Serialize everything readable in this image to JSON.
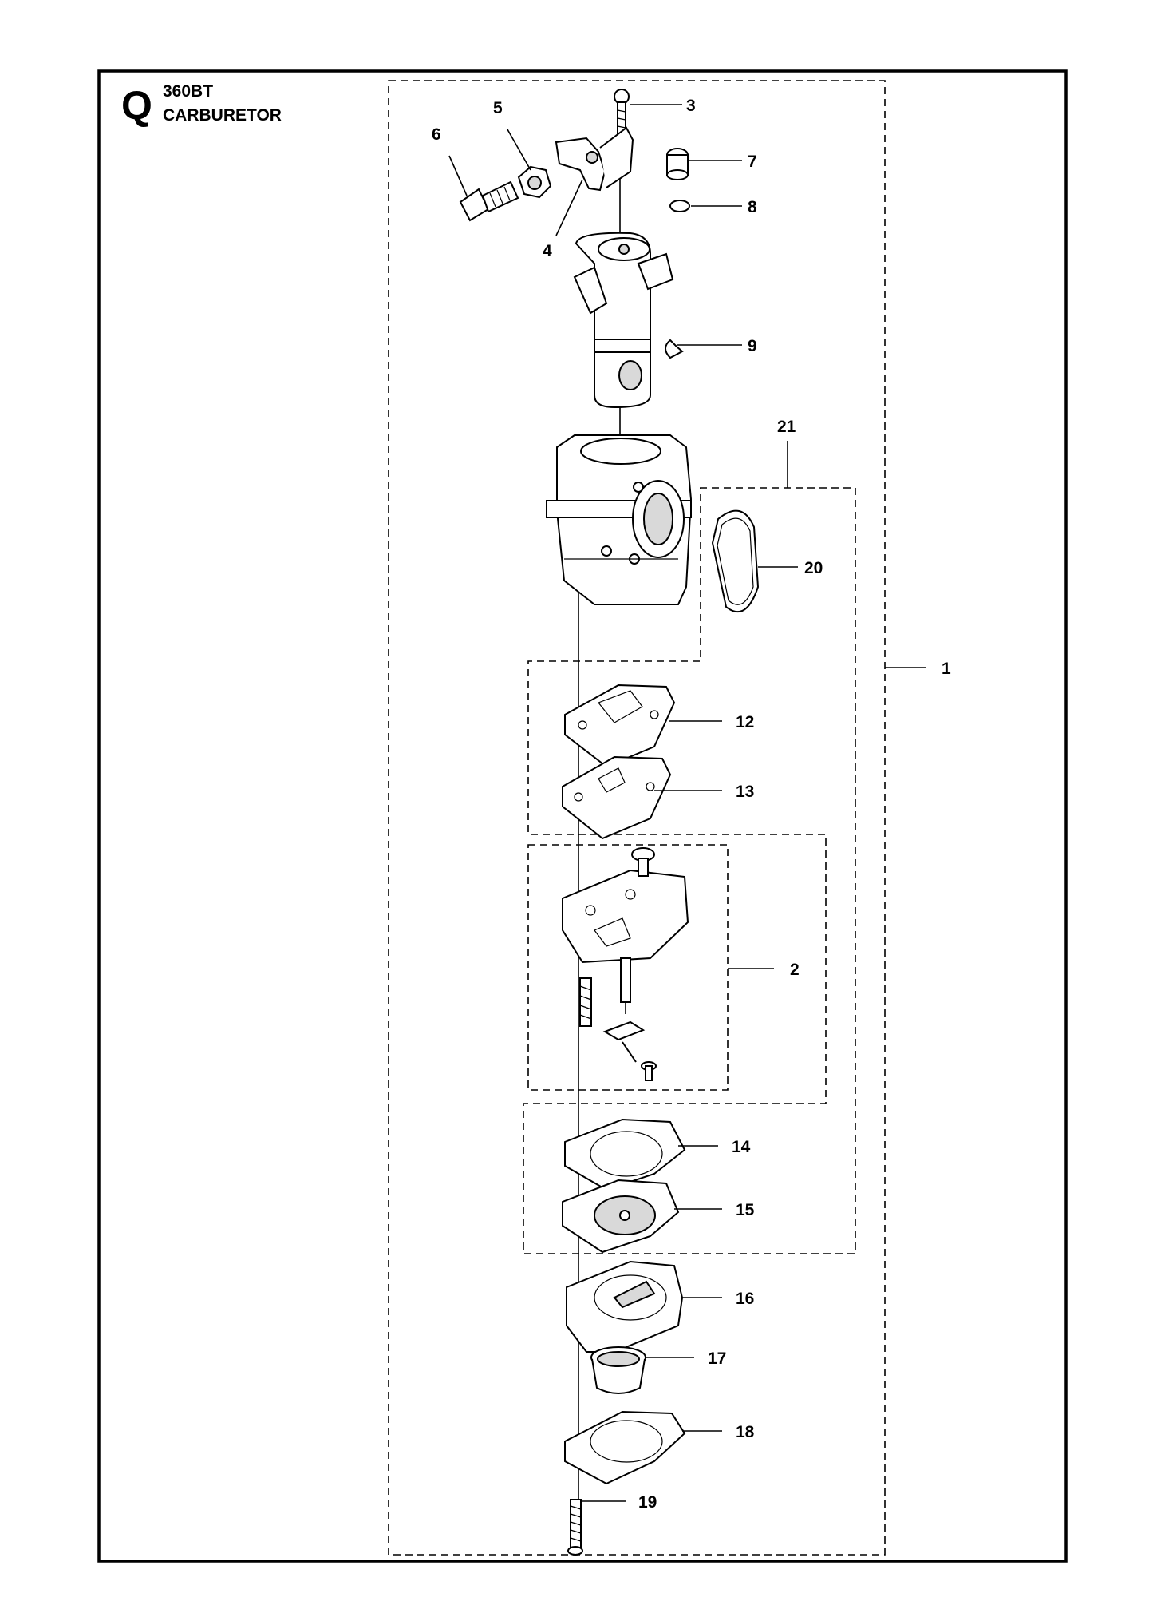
{
  "header": {
    "section_letter": "Q",
    "model": "360BT",
    "title": "CARBURETOR"
  },
  "callouts": [
    "3",
    "5",
    "6",
    "7",
    "8",
    "4",
    "9",
    "21",
    "20",
    "1",
    "12",
    "13",
    "2",
    "14",
    "15",
    "16",
    "17",
    "18",
    "19"
  ]
}
